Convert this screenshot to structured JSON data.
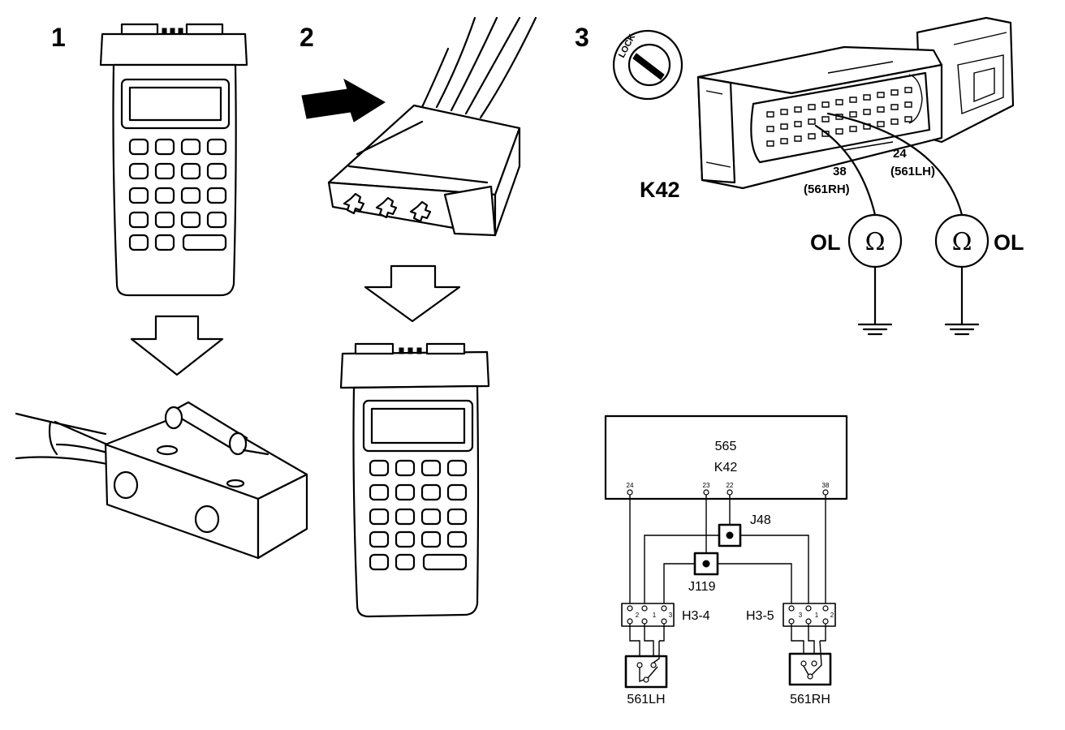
{
  "steps": {
    "step1": "1",
    "step2": "2",
    "step3": "3"
  },
  "connector_view": {
    "lock_text": "LOCK",
    "module_label": "K42",
    "pin_left_number": "38",
    "pin_left_circuit": "(561RH)",
    "pin_right_number": "24",
    "pin_right_circuit": "(561LH)",
    "ohm_symbol": "Ω",
    "reading_left": "OL",
    "reading_right": "OL"
  },
  "schematic": {
    "module_number": "565",
    "module_label": "K42",
    "pins": {
      "p24": "24",
      "p23": "23",
      "p22": "22",
      "p38": "38"
    },
    "junction_upper": "J48",
    "junction_lower": "J119",
    "harness_left": "H3-4",
    "harness_right": "H3-5",
    "harness_left_pins": [
      "2",
      "1",
      "3"
    ],
    "harness_right_pins": [
      "3",
      "1",
      "2"
    ],
    "switch_left": "561LH",
    "switch_right": "561RH"
  }
}
